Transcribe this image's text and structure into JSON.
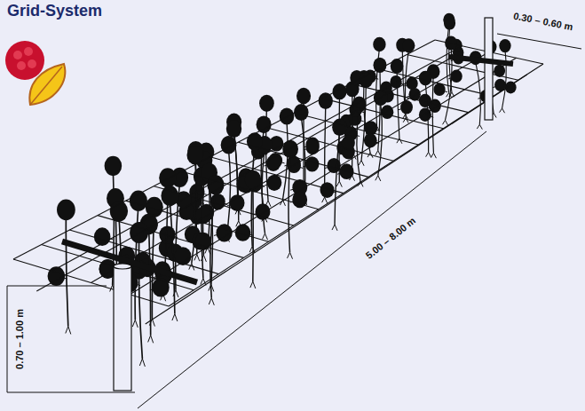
{
  "diagram": {
    "title": "Grid-System",
    "labels": [
      "0.30 – 0.60 m",
      "5.00 – 8.00 m",
      "0.70 – 1.00 m"
    ]
  }
}
